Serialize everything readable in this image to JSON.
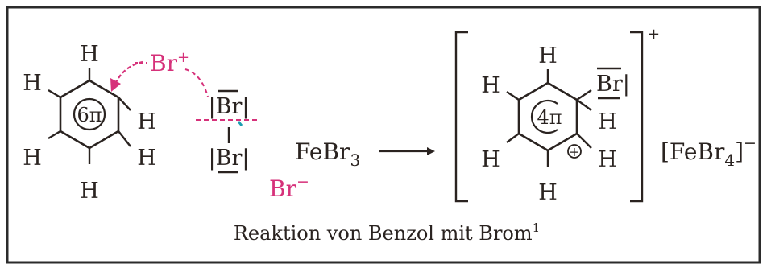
{
  "colors": {
    "ink": "#2a2320",
    "accent": "#d6317a",
    "frame": "#2b2b2b",
    "background": "#ffffff"
  },
  "benzene": {
    "h_top": "H",
    "h_left_upper": "H",
    "h_left_lower": "H",
    "h_right_upper": "H",
    "h_right_lower": "H",
    "h_bottom": "H",
    "ring_label": "6π"
  },
  "attack": {
    "electrophile_text": "Br",
    "electrophile_charge": "+",
    "leaving_text": "Br",
    "leaving_charge": "−"
  },
  "bromine": {
    "top_atom": "|Br|",
    "bottom_atom": "|Br|"
  },
  "catalyst": {
    "name": "FeBr",
    "subscript": "3"
  },
  "sigma_complex": {
    "h_top": "H",
    "h_left_upper": "H",
    "h_left_lower": "H",
    "br_atom": "Br|",
    "h_sp3": "H",
    "h_right_lower": "H",
    "h_bottom": "H",
    "ring_label": "4π",
    "ring_charge": "+",
    "bracket_charge": "+"
  },
  "counter_ion": {
    "open": "[FeBr",
    "subscript": "4",
    "close": "]",
    "charge": "−"
  },
  "caption": {
    "text": "Reaktion von Benzol mit Brom",
    "footnote": "1"
  }
}
